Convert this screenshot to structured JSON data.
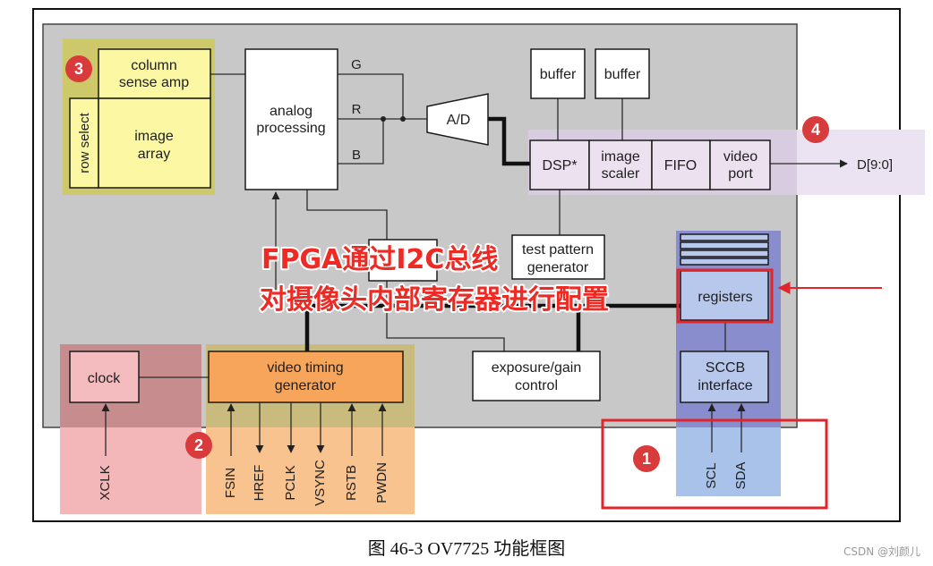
{
  "blocks": {
    "column_sense_amp": [
      "column",
      "sense amp"
    ],
    "row_select": "row select",
    "image_array": [
      "image",
      "array"
    ],
    "analog_processing": [
      "analog",
      "processing"
    ],
    "ad_converter": "A/D",
    "buffer_left": "buffer",
    "buffer_right": "buffer",
    "dsp": "DSP*",
    "image_scaler": [
      "image",
      "scaler"
    ],
    "fifo": "FIFO",
    "video_port": [
      "video",
      "port"
    ],
    "test_pattern_generator": [
      "test pattern",
      "generator"
    ],
    "exposure_gain_control": [
      "exposure/gain",
      "control"
    ],
    "clock": "clock",
    "video_timing_generator": [
      "video timing",
      "generator"
    ],
    "registers": "registers",
    "sccb_interface": [
      "SCCB",
      "interface"
    ]
  },
  "signals": {
    "g": "G",
    "r": "R",
    "b": "B",
    "data_out": "D[9:0]"
  },
  "pins": {
    "xclk": "XCLK",
    "fsin": "FSIN",
    "href": "HREF",
    "pclk": "PCLK",
    "vsync": "VSYNC",
    "rstb": "RSTB",
    "pwdn": "PWDN",
    "scl": "SCL",
    "sda": "SDA"
  },
  "markers": [
    "1",
    "2",
    "3",
    "4"
  ],
  "annotation": [
    "FPGA通过I2C总线",
    "对摄像头内部寄存器进行配置"
  ],
  "caption": "图 46-3  OV7725 功能框图",
  "watermark": "CSDN @刘颜儿",
  "colors": {
    "chip": "#c8c8c8",
    "array_region": "#cdc86a",
    "array_block": "#fcf7a3",
    "clock_region_inside": "#c78c8e",
    "clock_region_outside": "#f4b7b9",
    "clock_block": "#f5bcc0",
    "timing_region_inside": "#c9bb7e",
    "timing_region_outside": "#f8c38e",
    "timing_block": "#f8a55c",
    "sccb_region_inside": "#8a8dcd",
    "sccb_region_outside": "#a9c2ea",
    "sccb_block": "#b8c8ec",
    "output_region_inside": "#d8cde0",
    "output_region_outside": "#ebe3f2",
    "output_block": "#ece1ef",
    "plain_block": "#ffffff",
    "marker": "#d93a3b",
    "highlight": "#e0252b",
    "annotation_text": "#ee2a24"
  }
}
